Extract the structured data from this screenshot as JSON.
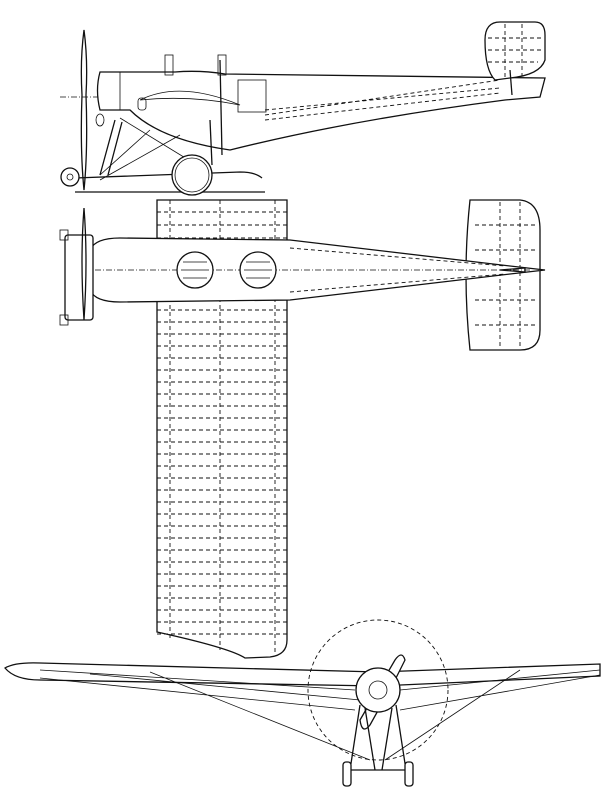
{
  "drawing": {
    "views": [
      "side",
      "top",
      "front"
    ],
    "colors": {
      "line": "#111111",
      "background": "#ffffff"
    },
    "wing_rib_count": 28
  }
}
